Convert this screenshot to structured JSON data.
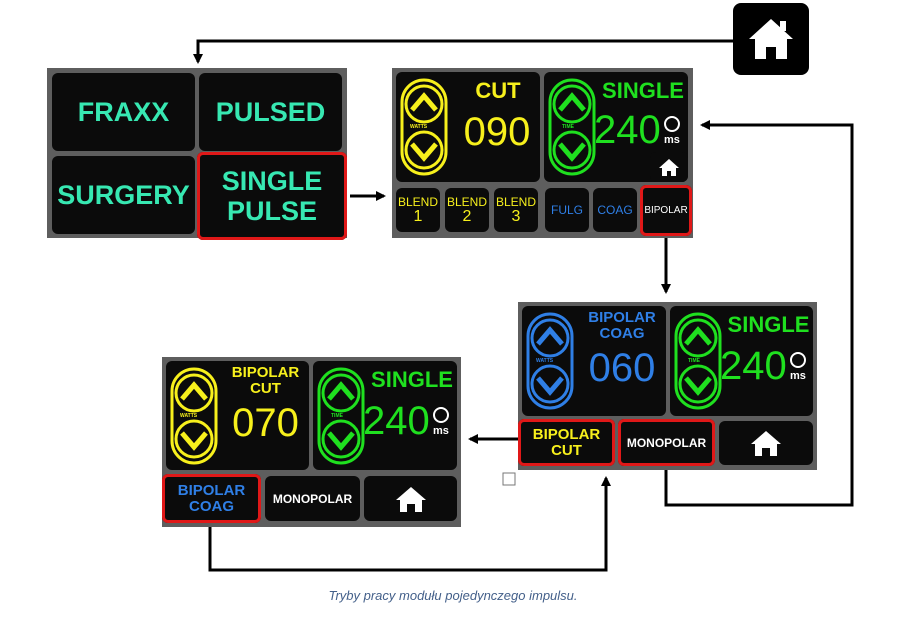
{
  "main_menu": {
    "fraxx": "FRAXX",
    "pulsed": "PULSED",
    "surgery": "SURGERY",
    "single_pulse_line1": "SINGLE",
    "single_pulse_line2": "PULSE"
  },
  "screen_cut": {
    "mode": "CUT",
    "power_value": "090",
    "power_label": "WATTS",
    "pulse_mode": "SINGLE",
    "time_value": "240",
    "time_label": "TIME",
    "time_unit": "ms",
    "buttons": [
      {
        "line1": "BLEND",
        "line2": "1"
      },
      {
        "line1": "BLEND",
        "line2": "2"
      },
      {
        "line1": "BLEND",
        "line2": "3"
      },
      {
        "line1": "FULG",
        "line2": ""
      },
      {
        "line1": "COAG",
        "line2": ""
      },
      {
        "line1": "BIPOLAR",
        "line2": ""
      }
    ]
  },
  "screen_bipolar_coag": {
    "mode_line1": "BIPOLAR",
    "mode_line2": "COAG",
    "power_value": "060",
    "power_label": "WATTS",
    "pulse_mode": "SINGLE",
    "time_value": "240",
    "time_label": "TIME",
    "time_unit": "ms",
    "btn_bipolar_cut_line1": "BIPOLAR",
    "btn_bipolar_cut_line2": "CUT",
    "btn_monopolar": "MONOPOLAR"
  },
  "screen_bipolar_cut": {
    "mode_line1": "BIPOLAR",
    "mode_line2": "CUT",
    "power_value": "070",
    "power_label": "WATTS",
    "pulse_mode": "SINGLE",
    "time_value": "240",
    "time_label": "TIME",
    "time_unit": "ms",
    "btn_bipolar_coag_line1": "BIPOLAR",
    "btn_bipolar_coag_line2": "COAG",
    "btn_monopolar": "MONOPOLAR"
  },
  "caption": "Tryby pracy modułu pojedynczego impulsu.",
  "colors": {
    "menu_text": "#37e8b2",
    "cut_yellow": "#f7f01c",
    "time_green": "#1fe01f",
    "coag_blue": "#2f7fe6",
    "highlight_red": "#e01818"
  }
}
